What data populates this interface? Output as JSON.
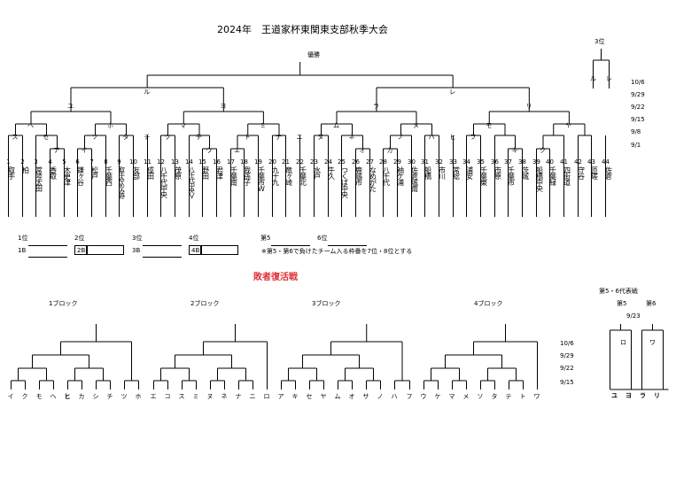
{
  "title": "2024年　王道家杯東関東支部秋季大会",
  "champion_label": "優勝",
  "third_label": "3位",
  "round_dates": [
    "10/6",
    "9/29",
    "9/22",
    "9/15",
    "9/8",
    "9/1"
  ],
  "main_teams": [
    "取手",
    "柏",
    "常陸太田",
    "香取",
    "木更津",
    "鎌ヶ谷",
    "松戸",
    "千葉西",
    "取手ゆめみ野",
    "友部",
    "成田",
    "八千代中央",
    "茂原",
    "八千代中央V",
    "野田",
    "君津",
    "千葉南",
    "我孫子",
    "千葉市W",
    "九十九",
    "竜ヶ崎",
    "千葉北",
    "水戸",
    "牛久",
    "つくば中央",
    "鹿嶋市",
    "なめがた",
    "八千代",
    "袖ケ浦",
    "佐倉城南",
    "船橋",
    "市川",
    "常総",
    "浦安",
    "千葉東",
    "市原",
    "千葉市",
    "茨城",
    "船橋中央",
    "千葉緑",
    "四街道",
    "守谷",
    "匝瑳",
    "佐倉"
  ],
  "main_labels": {
    "final": [
      "ル",
      "レ"
    ],
    "semi": [
      "ユ",
      "ヨ",
      "ラ",
      "リ"
    ],
    "qf": [
      "ヘ",
      "ホ",
      "マ",
      "ミ",
      "ム",
      "メ",
      "モ",
      "ヤ"
    ],
    "r16": [
      "ス",
      "セ",
      "ソ",
      "タ",
      "チ",
      "ツ",
      "テ",
      "ト",
      "ナ",
      "ニ",
      "ヌ",
      "ネ",
      "ノ",
      "ハ",
      "ヒ",
      "フ"
    ],
    "r32": [
      "ア",
      "イ",
      "ウ",
      "エ",
      "オ",
      "カ",
      "キ",
      "ク",
      "ケ",
      "コ",
      "サ",
      "シ"
    ],
    "third": [
      "ル",
      "レ"
    ]
  },
  "results": {
    "rows": [
      {
        "label": "1位",
        "sub": "1B"
      },
      {
        "label": "2位",
        "sub": "2B"
      },
      {
        "label": "3位",
        "sub": "3B"
      },
      {
        "label": "4位",
        "sub": "4B"
      },
      {
        "label": "第5",
        "sub": ""
      },
      {
        "label": "6位",
        "sub": ""
      }
    ],
    "note": "※第5・第6で負けたチーム入る枠番を7位・8位とする"
  },
  "repechage_title": "敗者復活戦",
  "blocks": [
    "1ブロック",
    "2ブロック",
    "3ブロック",
    "4ブロック"
  ],
  "repechage_dates": [
    "10/6",
    "9/29",
    "9/22",
    "9/15"
  ],
  "repechage_slots": [
    "イ",
    "ク",
    "モ",
    "ヘ",
    "ヒ",
    "カ",
    "シ",
    "チ",
    "ツ",
    "ホ",
    "エ",
    "コ",
    "ス",
    "ミ",
    "ヌ",
    "ネ",
    "ナ",
    "ニ",
    "ロ",
    "ア",
    "キ",
    "セ",
    "ヤ",
    "ム",
    "オ",
    "サ",
    "ノ",
    "ハ",
    "フ",
    "ウ",
    "ケ",
    "マ",
    "メ",
    "ソ",
    "タ",
    "テ",
    "ト",
    "ワ"
  ],
  "playoff": {
    "title": "第5・6代表戦",
    "labels": [
      "第5",
      "第6"
    ],
    "date": "9/23",
    "mid": [
      "ロ",
      "ワ"
    ],
    "slots": [
      "ユ",
      "ヨ",
      "ラ",
      "リ"
    ]
  }
}
